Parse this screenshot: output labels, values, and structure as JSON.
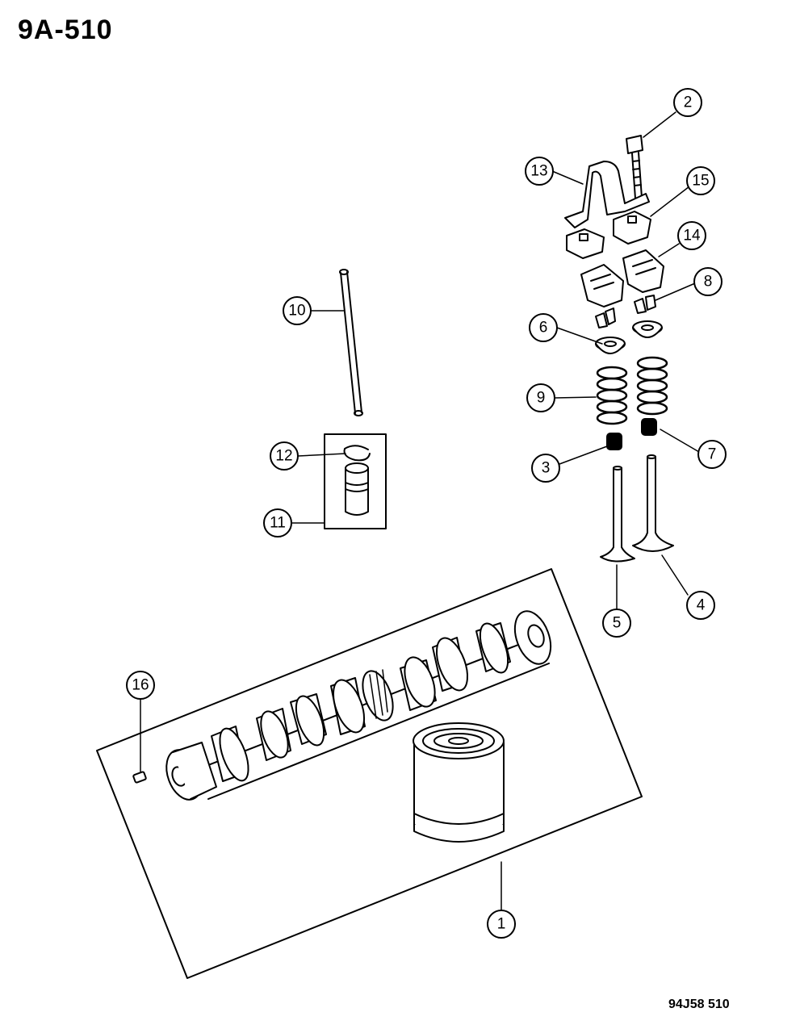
{
  "header": {
    "page_code": "9A-510"
  },
  "footer": {
    "reference_code": "94J58 510"
  },
  "callouts": [
    {
      "id": "c1",
      "label": "1"
    },
    {
      "id": "c2",
      "label": "2"
    },
    {
      "id": "c3",
      "label": "3"
    },
    {
      "id": "c4",
      "label": "4"
    },
    {
      "id": "c5",
      "label": "5"
    },
    {
      "id": "c6",
      "label": "6"
    },
    {
      "id": "c7",
      "label": "7"
    },
    {
      "id": "c8",
      "label": "8"
    },
    {
      "id": "c9",
      "label": "9"
    },
    {
      "id": "c10",
      "label": "10"
    },
    {
      "id": "c11",
      "label": "11"
    },
    {
      "id": "c12",
      "label": "12"
    },
    {
      "id": "c13",
      "label": "13"
    },
    {
      "id": "c14",
      "label": "14"
    },
    {
      "id": "c15",
      "label": "15"
    },
    {
      "id": "c16",
      "label": "16"
    }
  ]
}
